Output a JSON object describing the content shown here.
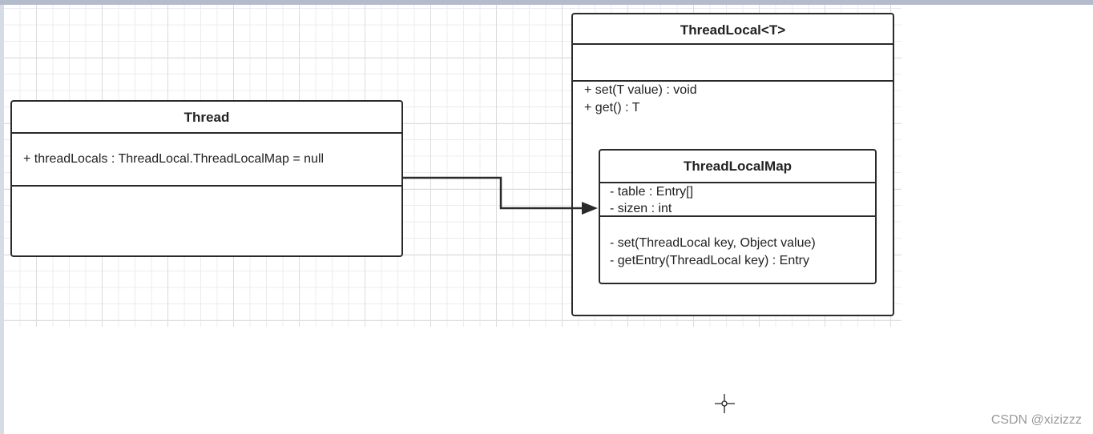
{
  "thread_class": {
    "name": "Thread",
    "attributes": [
      "+ threadLocals : ThreadLocal.ThreadLocalMap = null"
    ]
  },
  "threadlocal_class": {
    "name": "ThreadLocal<T>",
    "methods": [
      "+ set(T value) : void",
      "+ get() : T"
    ]
  },
  "threadlocalmap_class": {
    "name": "ThreadLocalMap",
    "attributes": [
      "- table : Entry[]",
      "- sizen : int"
    ],
    "methods": [
      "- set(ThreadLocal key, Object value)",
      "- getEntry(ThreadLocal key) :  Entry"
    ]
  },
  "watermark": "CSDN @xizizzz",
  "cursor_icon": "crosshair-cursor-icon"
}
